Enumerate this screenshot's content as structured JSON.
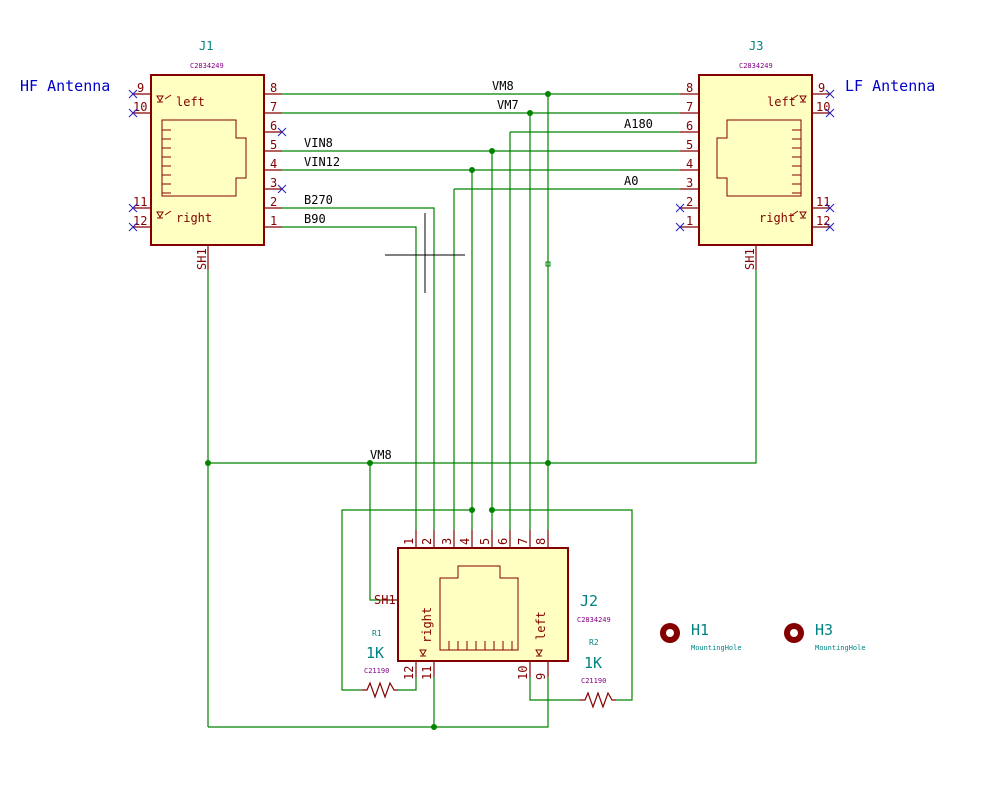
{
  "connectors": {
    "j1": {
      "ref": "J1",
      "value": "C2834249",
      "antenna_label": "HF Antenna",
      "pins_right": [
        "8",
        "7",
        "6",
        "5",
        "4",
        "3",
        "2",
        "1"
      ],
      "led_left_pins": [
        "9",
        "10"
      ],
      "led_right_pins": [
        "11",
        "12"
      ],
      "led_left_label": "left",
      "led_right_label": "right",
      "shield": "SH1"
    },
    "j3": {
      "ref": "J3",
      "value": "C2834249",
      "antenna_label": "LF Antenna",
      "pins_left": [
        "8",
        "7",
        "6",
        "5",
        "4",
        "3",
        "2",
        "1"
      ],
      "led_left_pins": [
        "9",
        "10"
      ],
      "led_right_pins": [
        "11",
        "12"
      ],
      "led_left_label": "left",
      "led_right_label": "right",
      "shield": "SH1"
    },
    "j2": {
      "ref": "J2",
      "value": "C2834249",
      "pins_top": [
        "1",
        "2",
        "3",
        "4",
        "5",
        "6",
        "7",
        "8"
      ],
      "led_right_pins": [
        "12",
        "11"
      ],
      "led_left_pins": [
        "10",
        "9"
      ],
      "led_right_label": "right",
      "led_left_label": "left",
      "shield": "SH1"
    }
  },
  "resistors": {
    "r1": {
      "ref": "R1",
      "value": "1K",
      "part": "C21190"
    },
    "r2": {
      "ref": "R2",
      "value": "1K",
      "part": "C21190"
    }
  },
  "mounting_holes": {
    "h1": {
      "ref": "H1",
      "value": "MountingHole"
    },
    "h3": {
      "ref": "H3",
      "value": "MountingHole"
    }
  },
  "net_labels": {
    "vm8": "VM8",
    "vm7": "VM7",
    "vin8": "VIN8",
    "vin12": "VIN12",
    "b270": "B270",
    "b90": "B90",
    "a180": "A180",
    "a0": "A0",
    "vm8_bottom": "VM8"
  },
  "colors": {
    "wire": "#008400",
    "body_fill": "#ffffc2",
    "body_stroke": "#840000",
    "pin_text": "#840000",
    "ref_text": "#008484",
    "value_text": "#840084",
    "net_text": "#000000",
    "antenna_text": "#0000c8",
    "nc_mark": "#2020c0",
    "hole": "#840000"
  }
}
